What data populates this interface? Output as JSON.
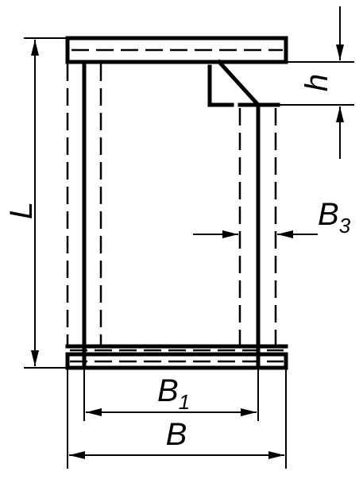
{
  "dimensions": {
    "L": {
      "label": "L"
    },
    "h": {
      "label": "h"
    },
    "B3": {
      "label": "B",
      "sub": "3"
    },
    "B1": {
      "label": "B",
      "sub": "1"
    },
    "B": {
      "label": "B"
    }
  }
}
